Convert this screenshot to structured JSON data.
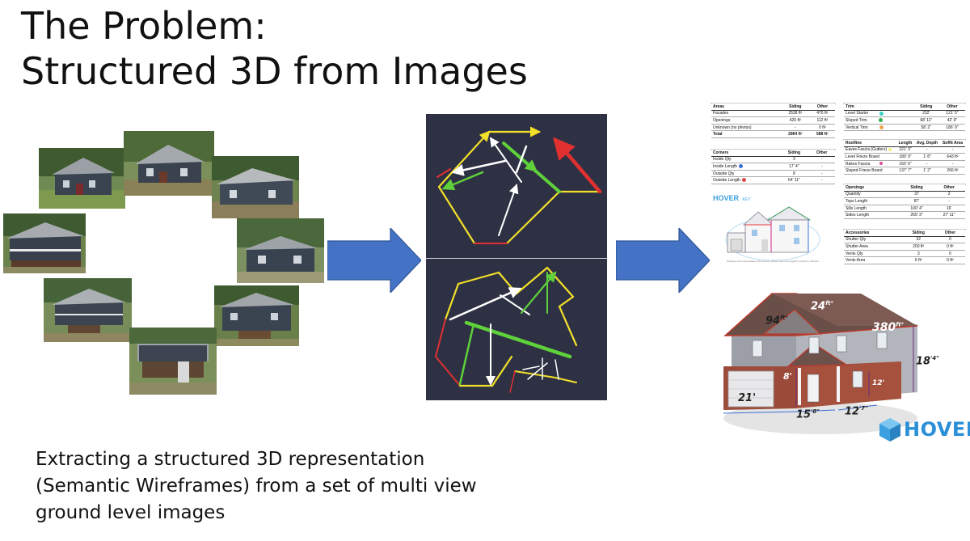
{
  "title": {
    "line1": "The Problem:",
    "line2": "Structured 3D from Images"
  },
  "caption": {
    "line1": "Extracting a structured 3D representation",
    "line2": "(Semantic Wireframes) from a set of multi view",
    "line3": "ground level images"
  },
  "photos": [
    "house-photo-1",
    "house-photo-2",
    "house-photo-3",
    "house-photo-4",
    "house-photo-5",
    "house-photo-6",
    "house-photo-7",
    "house-photo-8"
  ],
  "colors": {
    "arrow": "#4472c4",
    "wire_bg": "#2e3144",
    "red": "#e03030",
    "yellow": "#f2e02a",
    "green": "#5fd13a",
    "white": "#ffffff"
  },
  "tables": {
    "areas": {
      "headers": [
        "Areas",
        "Siding",
        "Other"
      ],
      "rows": [
        [
          "Facades",
          "2538 ft²",
          "476 ft²"
        ],
        [
          "Openings",
          "426 ft²",
          "112 ft²"
        ],
        [
          "Unknown (no photos)",
          "-",
          "0 ft²"
        ]
      ],
      "total": [
        "Total",
        "2964 ft²",
        "588 ft²"
      ]
    },
    "corners": {
      "headers": [
        "Corners",
        "Siding",
        "Other"
      ],
      "rows": [
        [
          "Inside Qty",
          "3",
          "-"
        ],
        [
          "Inside Length",
          "17' 4\"",
          "-"
        ],
        [
          "Outside Qty",
          "8",
          "-"
        ],
        [
          "Outside Length",
          "64' 11\"",
          "-"
        ]
      ]
    },
    "trim": {
      "headers": [
        "Trim",
        "Siding",
        "Other"
      ],
      "rows": [
        [
          "Level Starter",
          "232'",
          "121' 5\""
        ],
        [
          "Sloped Trim",
          "68' 11\"",
          "42' 9\""
        ],
        [
          "Vertical Trim",
          "58' 2\"",
          "186' 9\""
        ]
      ]
    },
    "roofline": {
      "headers": [
        "Roofline",
        "Length",
        "Avg. Depth",
        "Soffit Area"
      ],
      "rows": [
        [
          "Eaves Fascia (Gutters)",
          "221' 3\"",
          "-",
          "-"
        ],
        [
          "Level Frieze Board",
          "180' 9\"",
          "1' 8\"",
          "643 ft²"
        ],
        [
          "Rakes Fascia",
          "160' 6\"",
          "-",
          "-"
        ],
        [
          "Sloped Frieze Board",
          "137' 7\"",
          "1' 2\"",
          "266 ft²"
        ]
      ]
    },
    "openings": {
      "headers": [
        "Openings",
        "Siding",
        "Other"
      ],
      "rows": [
        [
          "Quantity",
          "37",
          "2"
        ],
        [
          "Tops Length",
          "87'",
          "-"
        ],
        [
          "Sills Length",
          "100' 4\"",
          "16'"
        ],
        [
          "Sides Length",
          "265' 3\"",
          "27' 11\""
        ]
      ]
    },
    "accessories": {
      "headers": [
        "Accessories",
        "Siding",
        "Other"
      ],
      "rows": [
        [
          "Shutter Qty",
          "32",
          "0"
        ],
        [
          "Shutter Area",
          "200 ft²",
          "0 ft²"
        ],
        [
          "Vents Qty",
          "3",
          "0"
        ],
        [
          "Vents Area",
          "6 ft²",
          "0 ft²"
        ]
      ]
    }
  },
  "hover_key": {
    "brand": "HOVER",
    "sub": "KEY",
    "disclaimer": "Drawing is not a representation of the property, portions may not be legible in a report for reference"
  },
  "measurements": {
    "m1": "24",
    "m1s": "ft²",
    "m2": "94",
    "m2s": "ft²",
    "m3": "380",
    "m3s": "ft²",
    "m4": "18",
    "m4s": "'4\"",
    "m5": "8'",
    "m6": "12'",
    "m7": "21'",
    "m8": "15",
    "m8s": "'8\"",
    "m9": "12",
    "m9s": "'7\""
  },
  "hover_logo": "HOVER"
}
